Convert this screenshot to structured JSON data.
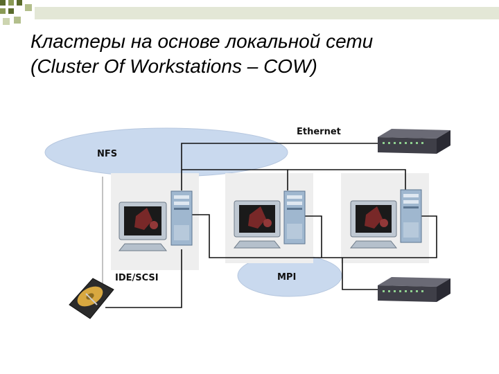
{
  "title": {
    "line1": "Кластеры на основе локальной сети",
    "line2": "(Cluster Of Workstations – COW)"
  },
  "diagram": {
    "ethernet_label": "Ethernet",
    "nfs_label": "NFS",
    "mpi_label": "MPI",
    "storage_label": "IDE/SCSI"
  },
  "colors": {
    "accent_square": "#5a6b2c",
    "accent_light": "#d8dfc3",
    "cloud_fill": "#c9d9ee",
    "tower_fill": "#9fb7cf",
    "switch_fill": "#4a4a55",
    "monitor_screen": "#1a1a1a"
  }
}
